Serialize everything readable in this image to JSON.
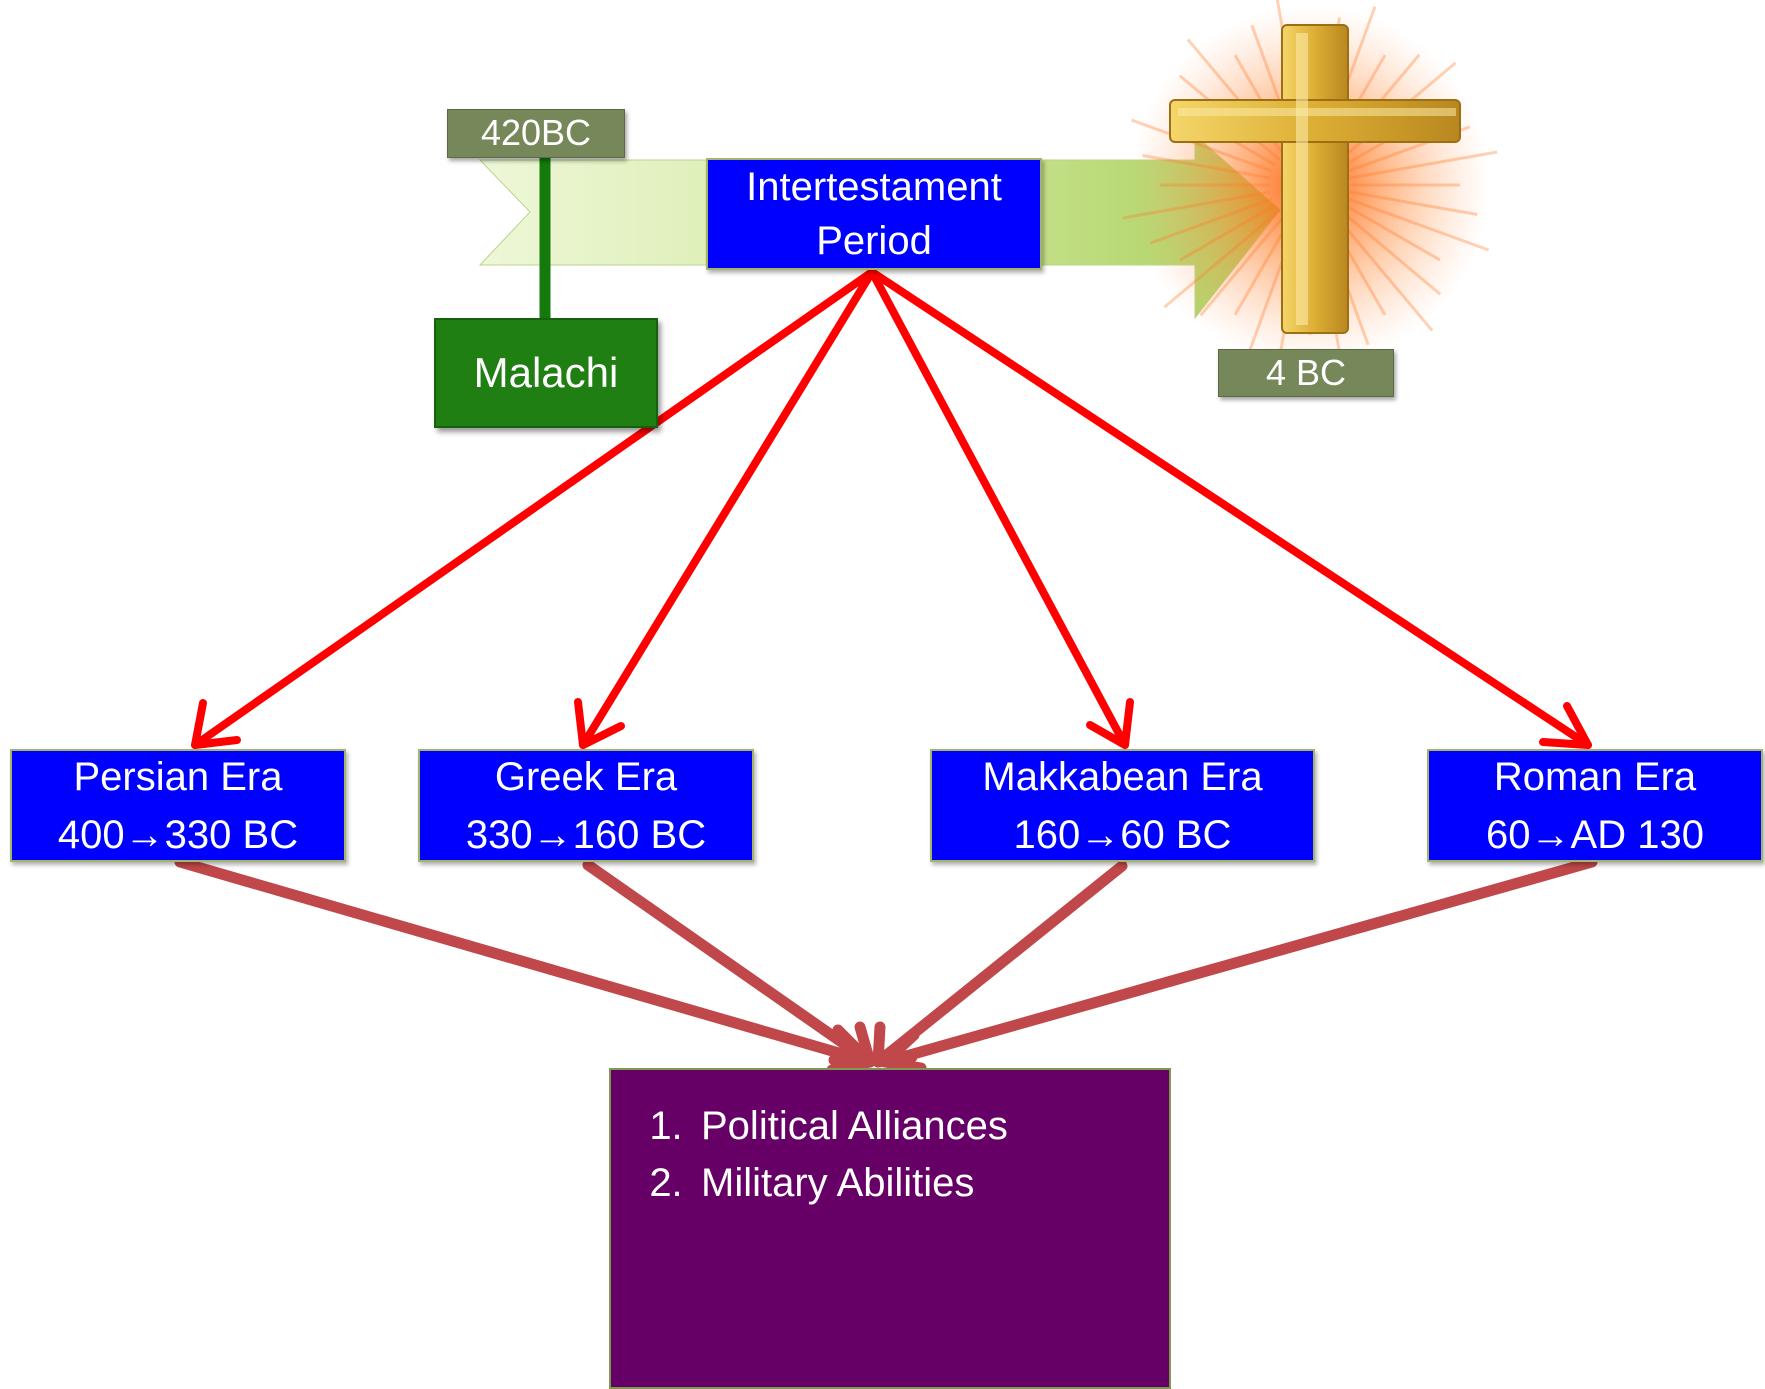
{
  "timeline": {
    "start_date": "420BC",
    "end_date": "4 BC",
    "prophet": "Malachi",
    "period": {
      "line1": "Intertestament",
      "line2": "Period"
    }
  },
  "eras": [
    {
      "name": "Persian Era",
      "range": "400→330 BC"
    },
    {
      "name": "Greek Era",
      "range": "330→160 BC"
    },
    {
      "name": "Makkabean Era",
      "range": "160→60 BC"
    },
    {
      "name": "Roman Era",
      "range": "60→AD 130"
    }
  ],
  "topics": {
    "items": [
      {
        "num": "1.",
        "text": "Political Alliances"
      },
      {
        "num": "2.",
        "text": "Military Abilities"
      }
    ]
  },
  "colors": {
    "period_box": "#0000ff",
    "era_box": "#0000ff",
    "malachi_box": "#1f7f12",
    "date_tag": "#76875a",
    "topics_box": "#660066",
    "upper_arrows": "#ff0000",
    "lower_arrows": "#c0474a",
    "timeline_band": "#c5e08c",
    "cross": "#d8a830"
  },
  "icons": [
    "cross-icon"
  ]
}
